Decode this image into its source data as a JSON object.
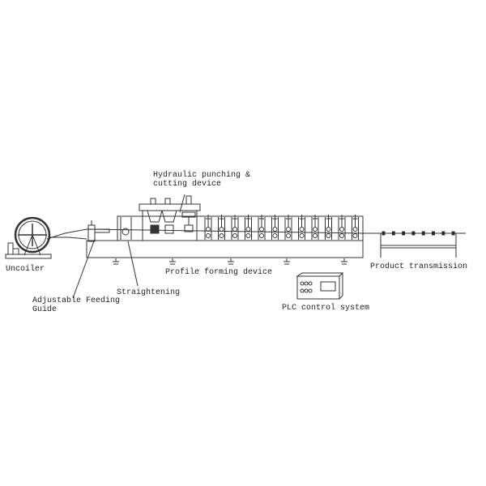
{
  "labels": {
    "hydraulic_line1": "Hydraulic punching &",
    "hydraulic_line2": "cutting device",
    "uncoiler": "Uncoiler",
    "feeding_line1": "Adjustable Feeding",
    "feeding_line2": "Guide",
    "straightening": "Straightening",
    "profile_forming": "Profile forming device",
    "product_transmission": "Product transmission",
    "plc": "PLC control system"
  },
  "colors": {
    "line": "#333333",
    "background": "#ffffff"
  }
}
